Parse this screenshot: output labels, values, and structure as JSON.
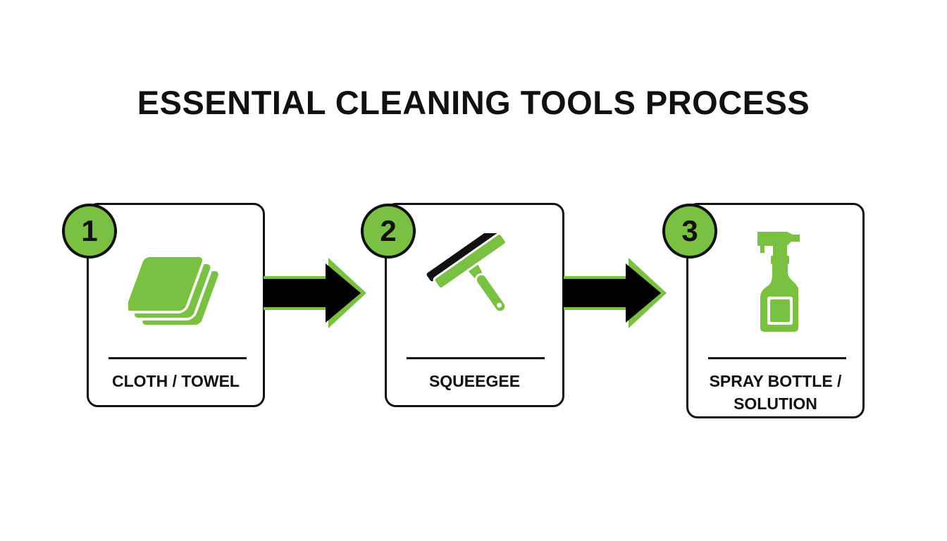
{
  "title": "ESSENTIAL CLEANING TOOLS PROCESS",
  "colors": {
    "accent": "#7ac143",
    "outline": "#111111",
    "background": "#ffffff"
  },
  "steps": [
    {
      "number": "1",
      "label_lines": [
        "CLOTH / TOWEL"
      ],
      "icon": "cloth-towel-icon"
    },
    {
      "number": "2",
      "label_lines": [
        "SQUEEGEE"
      ],
      "icon": "squeegee-icon"
    },
    {
      "number": "3",
      "label_lines": [
        "SPRAY BOTTLE /",
        "SOLUTION"
      ],
      "icon": "spray-bottle-icon"
    }
  ]
}
